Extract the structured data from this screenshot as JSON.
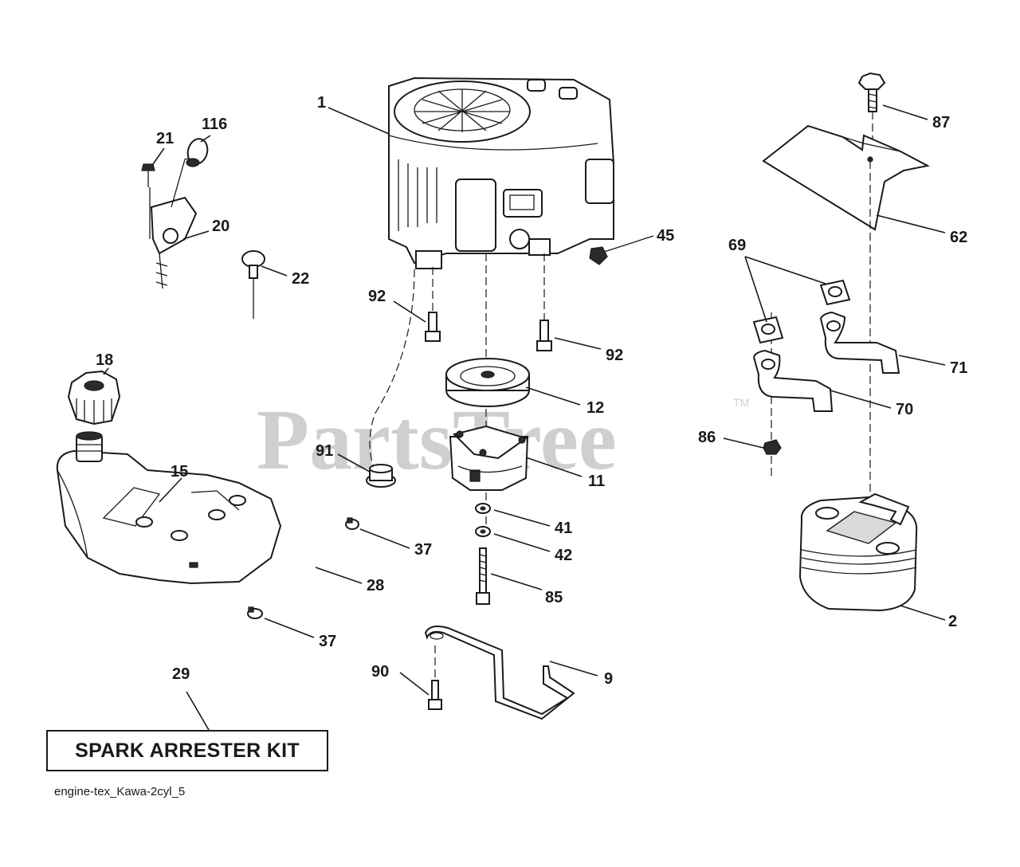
{
  "watermark": {
    "brand": "PartsTree",
    "trademark": "TM"
  },
  "callouts": [
    {
      "id": "c1",
      "label": "1"
    },
    {
      "id": "c116",
      "label": "116"
    },
    {
      "id": "c21",
      "label": "21"
    },
    {
      "id": "c20",
      "label": "20"
    },
    {
      "id": "c22",
      "label": "22"
    },
    {
      "id": "c45",
      "label": "45"
    },
    {
      "id": "c87",
      "label": "87"
    },
    {
      "id": "c62",
      "label": "62"
    },
    {
      "id": "c69",
      "label": "69"
    },
    {
      "id": "c92a",
      "label": "92"
    },
    {
      "id": "c92b",
      "label": "92"
    },
    {
      "id": "c12",
      "label": "12"
    },
    {
      "id": "c11",
      "label": "11"
    },
    {
      "id": "c91",
      "label": "91"
    },
    {
      "id": "c18",
      "label": "18"
    },
    {
      "id": "c15",
      "label": "15"
    },
    {
      "id": "c41",
      "label": "41"
    },
    {
      "id": "c42",
      "label": "42"
    },
    {
      "id": "c85",
      "label": "85"
    },
    {
      "id": "c37a",
      "label": "37"
    },
    {
      "id": "c28",
      "label": "28"
    },
    {
      "id": "c37b",
      "label": "37"
    },
    {
      "id": "c29",
      "label": "29"
    },
    {
      "id": "c90",
      "label": "90"
    },
    {
      "id": "c9",
      "label": "9"
    },
    {
      "id": "c71",
      "label": "71"
    },
    {
      "id": "c70",
      "label": "70"
    },
    {
      "id": "c86",
      "label": "86"
    },
    {
      "id": "c2",
      "label": "2"
    }
  ],
  "kit": {
    "label": "SPARK ARRESTER KIT"
  },
  "diagram_id": "engine-tex_Kawa-2cyl_5"
}
